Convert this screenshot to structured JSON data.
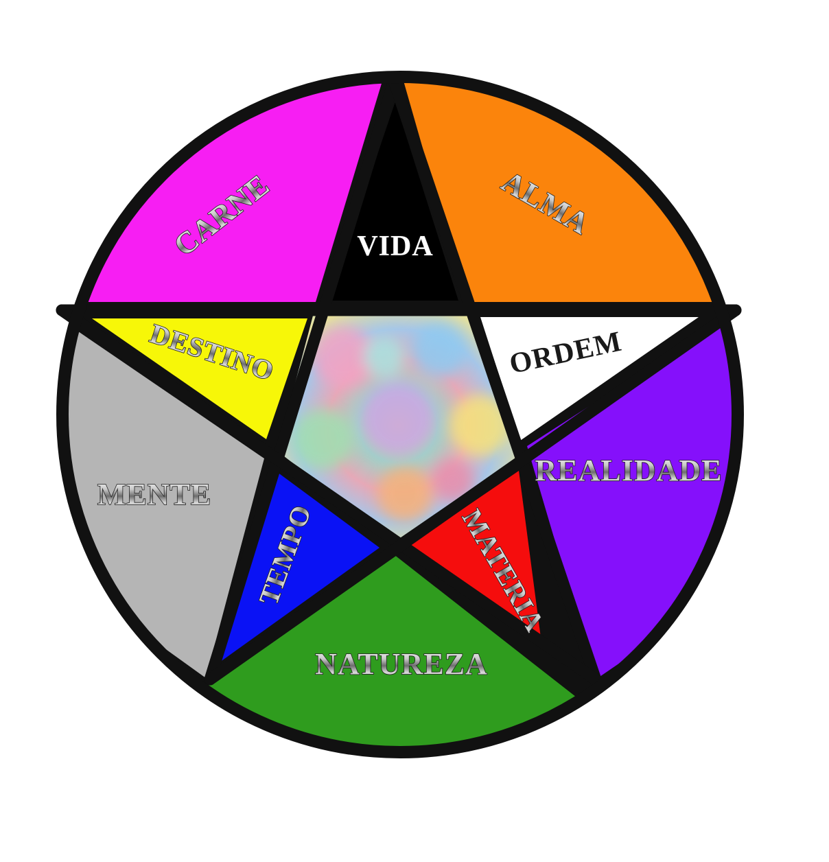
{
  "diagram": {
    "outer_regions": [
      {
        "key": "carne",
        "label": "CARNE",
        "color": "#f71ef3"
      },
      {
        "key": "alma",
        "label": "ALMA",
        "color": "#fb840c"
      },
      {
        "key": "realidade",
        "label": "REALIDADE",
        "color": "#8510fb"
      },
      {
        "key": "natureza",
        "label": "NATUREZA",
        "color": "#2f9c1e"
      },
      {
        "key": "mente",
        "label": "MENTE",
        "color": "#b5b5b5"
      }
    ],
    "star_points": [
      {
        "key": "vida",
        "label": "VIDA",
        "color": "#000000"
      },
      {
        "key": "ordem",
        "label": "ORDEM",
        "color": "#ffffff"
      },
      {
        "key": "materia",
        "label": "MATERIA",
        "color": "#f50d0d"
      },
      {
        "key": "tempo",
        "label": "TEMPO",
        "color": "#0a12f5"
      },
      {
        "key": "destino",
        "label": "DESTINO",
        "color": "#f7f708"
      }
    ],
    "center": {
      "fill": "multicolor-swirl"
    },
    "border_color": "#111111"
  }
}
